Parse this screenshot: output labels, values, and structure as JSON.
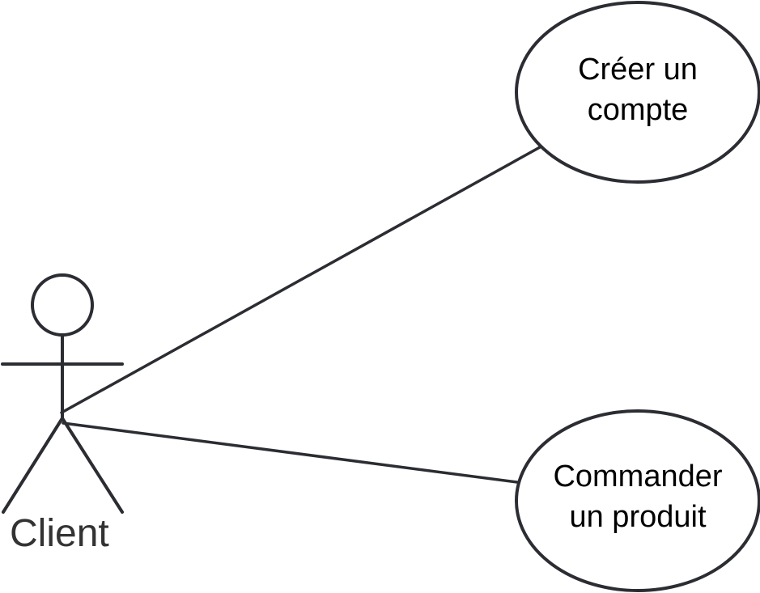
{
  "actor": {
    "name": "Client"
  },
  "use_cases": [
    {
      "line1": "Créer un",
      "line2": "compte"
    },
    {
      "line1": "Commander",
      "line2": "un produit"
    }
  ],
  "colors": {
    "stroke": "#2b2d33",
    "background": "#ffffff",
    "actor_text": "#333333",
    "usecase_text": "#000000"
  }
}
